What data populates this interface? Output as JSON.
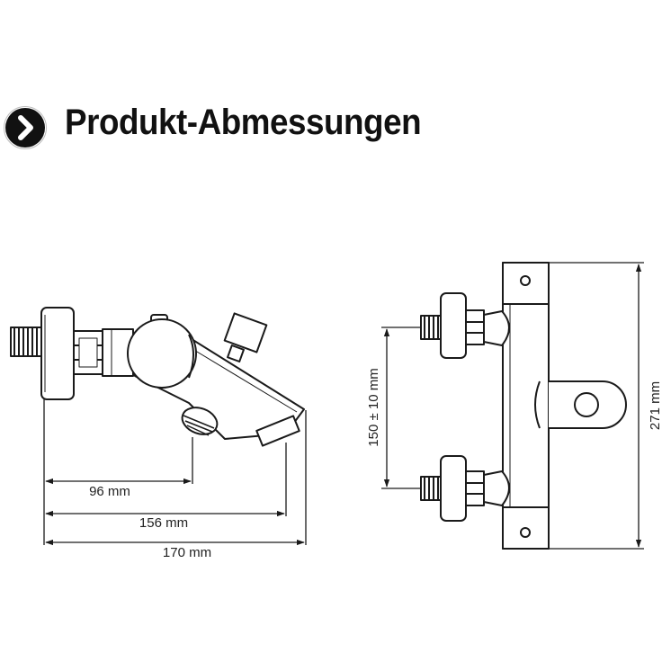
{
  "header": {
    "title": "Produkt-Abmessungen",
    "icon": "chevron-right-circle-icon"
  },
  "side_view": {
    "dimensions": [
      {
        "label": "96 mm"
      },
      {
        "label": "156 mm"
      },
      {
        "label": "170 mm"
      }
    ]
  },
  "front_view": {
    "dimensions": [
      {
        "label": "150 ± 10 mm"
      },
      {
        "label": "271 mm"
      }
    ]
  },
  "colors": {
    "line": "#1a1a1a",
    "background": "#ffffff"
  }
}
